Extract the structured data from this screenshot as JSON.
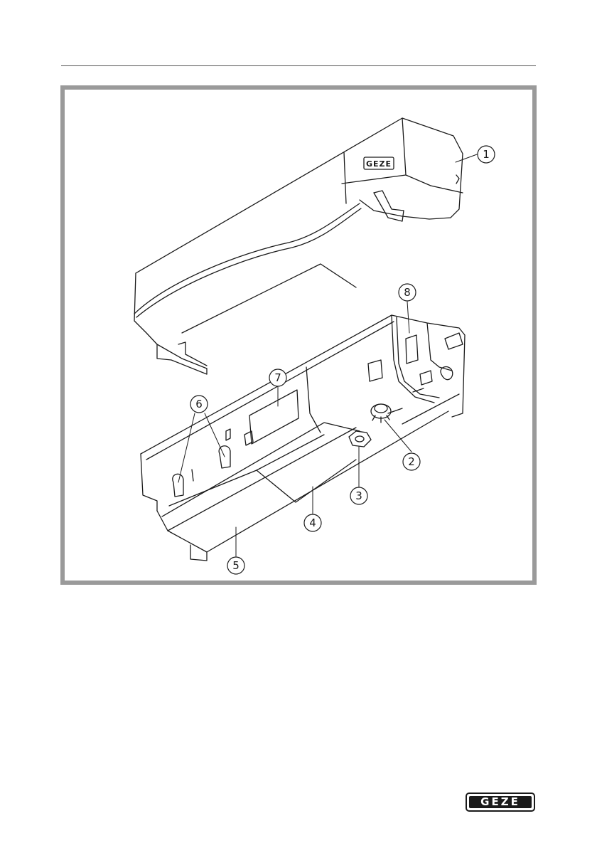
{
  "figure": {
    "callouts": [
      {
        "label": "1"
      },
      {
        "label": "2"
      },
      {
        "label": "3"
      },
      {
        "label": "4"
      },
      {
        "label": "5"
      },
      {
        "label": "6"
      },
      {
        "label": "7"
      },
      {
        "label": "8"
      }
    ],
    "cover_badge": "GEZE"
  },
  "footer": {
    "logo_text": "GEZE"
  }
}
